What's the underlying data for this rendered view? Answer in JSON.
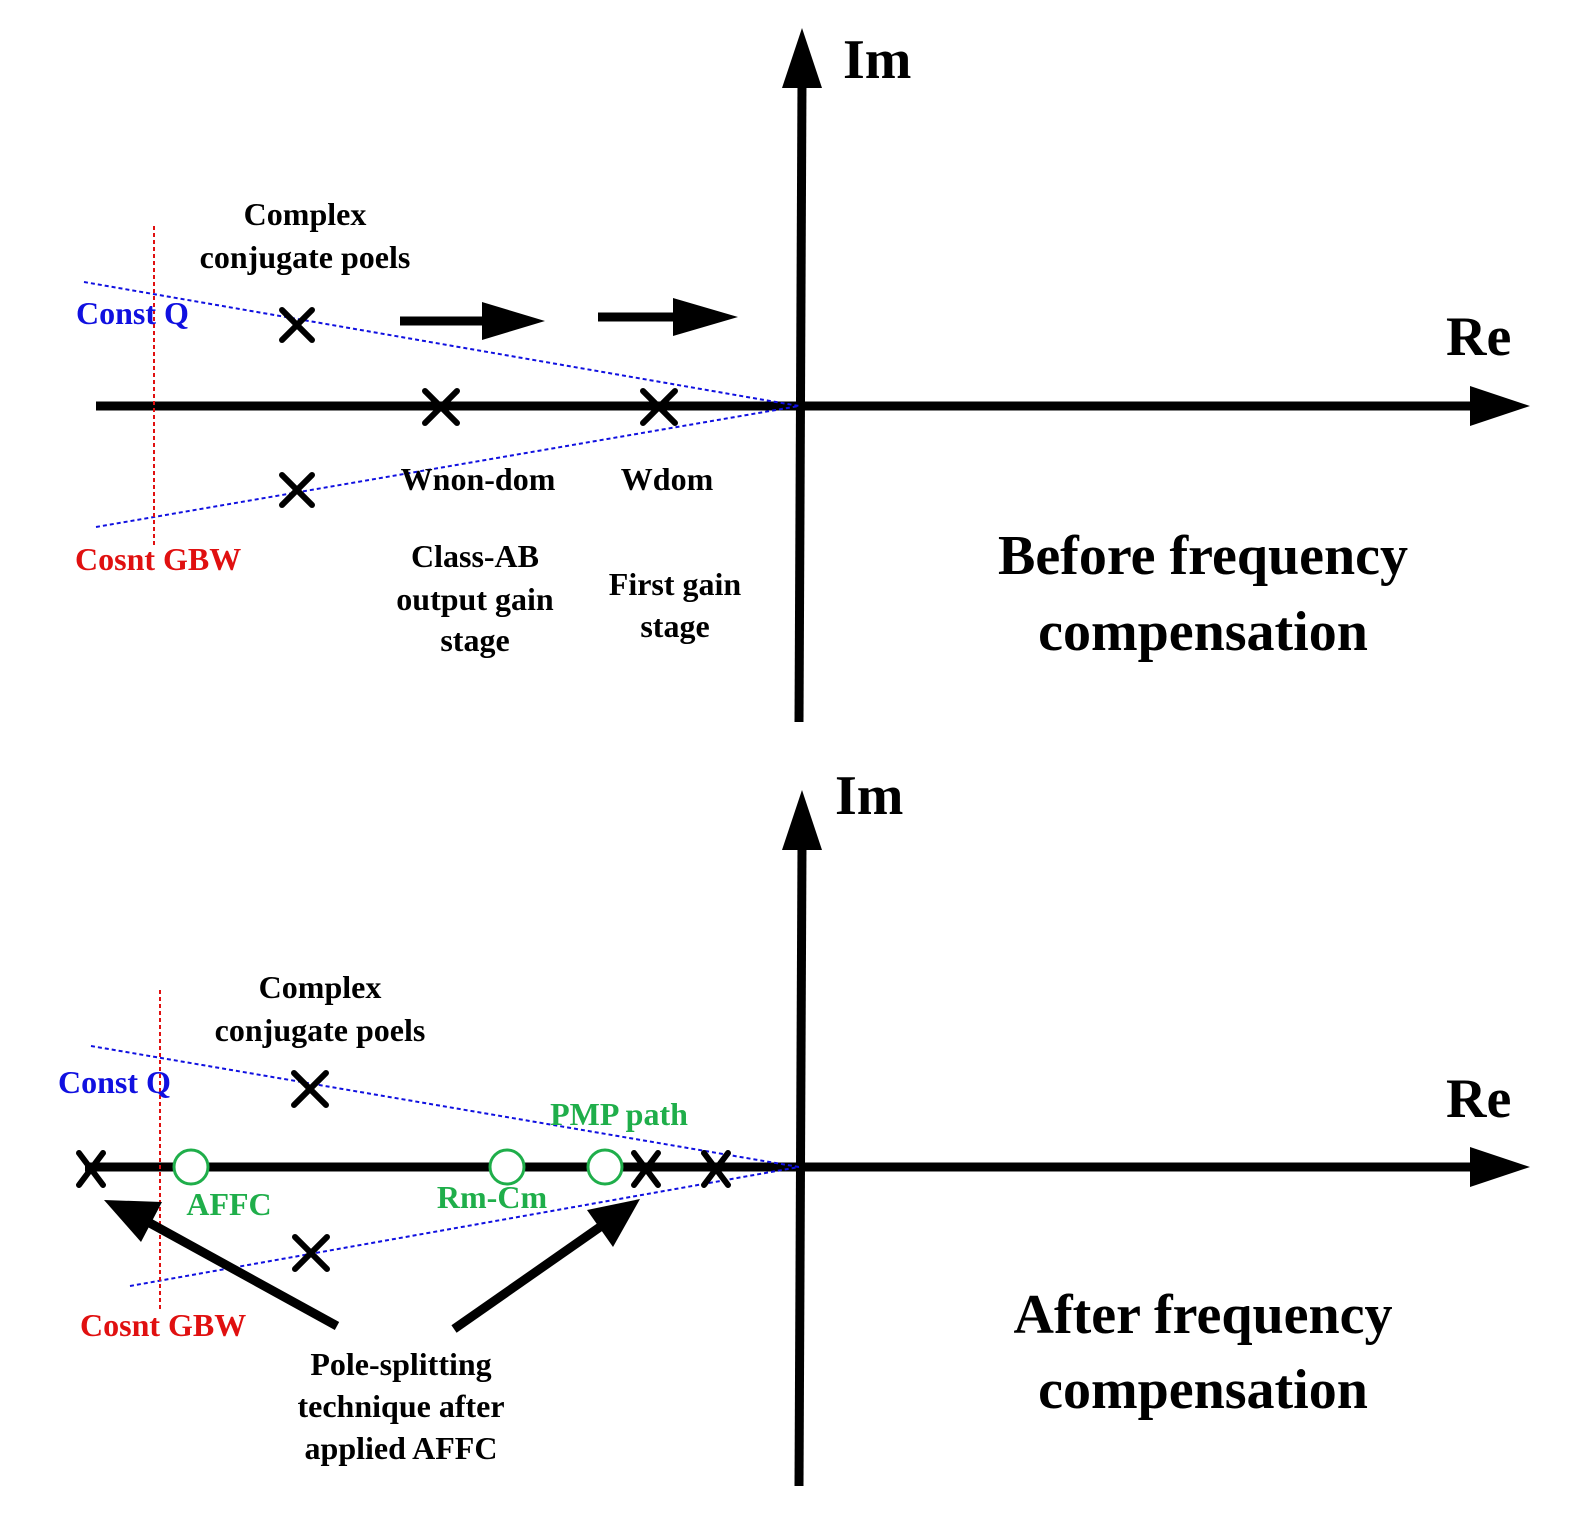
{
  "colors": {
    "axis": "#000000",
    "const_q": "#1010e0",
    "const_gbw": "#e01010",
    "compensation": "#1fae4a"
  },
  "top": {
    "im_label": "Im",
    "re_label": "Re",
    "complex_line1": "Complex",
    "complex_line2": "conjugate poels",
    "const_q": "Const Q",
    "const_gbw": "Cosnt GBW",
    "wnon_dom": "Wnon-dom",
    "wdom": "Wdom",
    "class_ab_line1": "Class-AB",
    "class_ab_line2": "output gain",
    "class_ab_line3": "stage",
    "first_gain_line1": "First gain",
    "first_gain_line2": "stage",
    "title_line1": "Before frequency",
    "title_line2": "compensation"
  },
  "bottom": {
    "im_label": "Im",
    "re_label": "Re",
    "complex_line1": "Complex",
    "complex_line2": "conjugate poels",
    "const_q": "Const Q",
    "const_gbw": "Cosnt GBW",
    "pmp_path": "PMP path",
    "affc": "AFFC",
    "rm_cm": "Rm-Cm",
    "pole_split_line1": "Pole-splitting",
    "pole_split_line2": "technique after",
    "pole_split_line3": "applied AFFC",
    "title_line1": "After frequency",
    "title_line2": "compensation"
  }
}
